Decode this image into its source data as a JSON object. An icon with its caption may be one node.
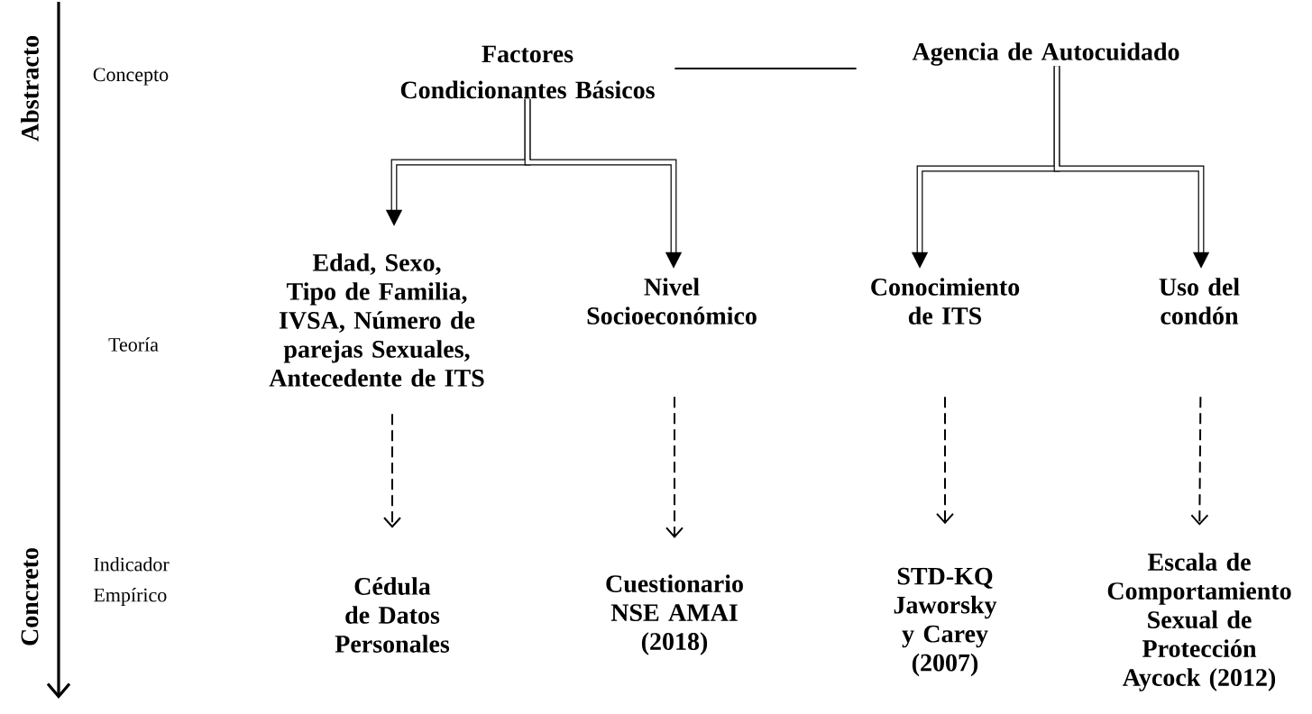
{
  "diagram": {
    "nodes": [
      {
        "text": [
          "Factores Condicionantes Básicos"
        ]
      },
      {
        "text": [
          "Agencia de Autocuidado"
        ]
      },
      {
        "text": [
          "Edad, Sexo, Tipo de Familia, IVSA, Número de parejas Sexuales, Antecedente de ITS"
        ]
      },
      {
        "text": [
          "Nivel Socioeconómico"
        ]
      },
      {
        "text": [
          "Conocimiento de ITS"
        ]
      },
      {
        "text": [
          "Uso del condón"
        ]
      },
      {
        "text": [
          "Cédula de Datos Personales"
        ]
      },
      {
        "text": [
          "Cuestionario NSE AMAI (2018)"
        ]
      },
      {
        "text": [
          "STD-KQ Jaworsky y Carey (2007)"
        ]
      },
      {
        "text": [
          "Escala de Comportamiento Sexual de Protección Aycock (2012)"
        ]
      }
    ],
    "edges": [
      {
        "from": 0,
        "to": 1,
        "arrow": "none"
      },
      {
        "from": 0,
        "to": 2,
        "arrow": "to",
        "style": "thick"
      },
      {
        "from": 0,
        "to": 3,
        "arrow": "to",
        "style": "thick"
      },
      {
        "from": 1,
        "to": 4,
        "arrow": "to",
        "style": "thick"
      },
      {
        "from": 1,
        "to": 5,
        "arrow": "to",
        "style": "thick"
      },
      {
        "from": 2,
        "to": 6,
        "arrow": "to",
        "style": "dashed"
      },
      {
        "from": 3,
        "to": 7,
        "arrow": "to",
        "style": "dashed"
      },
      {
        "from": 4,
        "to": 8,
        "arrow": "to",
        "style": "dashed"
      },
      {
        "from": 5,
        "to": 9,
        "arrow": "to",
        "style": "dashed"
      }
    ],
    "labels": [
      "Abstracto",
      "Concepto",
      "Teoría",
      "Concreto",
      "Indicador Empírico"
    ]
  }
}
